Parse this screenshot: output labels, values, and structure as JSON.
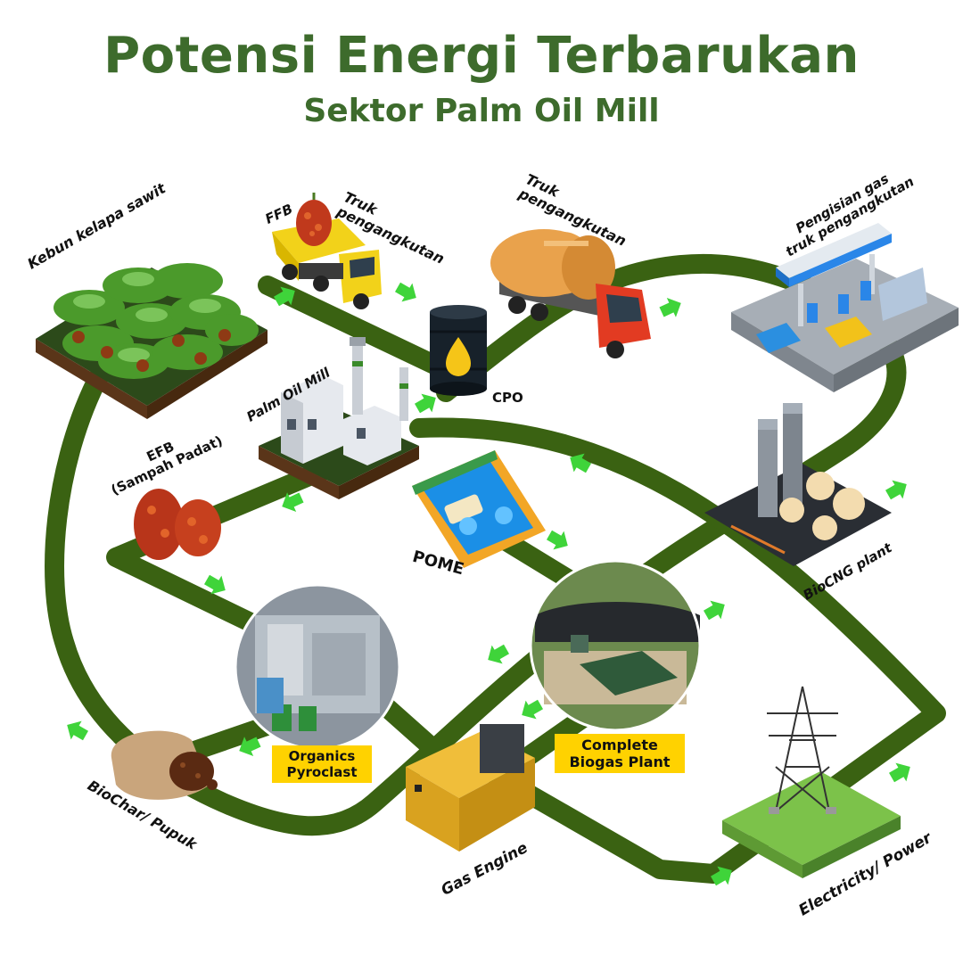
{
  "title": "Potensi Energi Terbarukan",
  "subtitle": "Sektor Palm Oil Mill",
  "colors": {
    "title": "#3d6b2c",
    "track": "#3a6212",
    "arrow": "#3fd43a",
    "highlight": "#ffd200"
  },
  "nodes": {
    "plantation": "Kebun kelapa sawit",
    "ffb": "FFB",
    "truck1_line1": "Truk",
    "truck1_line2": "pengangkutan",
    "truck2_line1": "Truk",
    "truck2_line2": "pengangkutan",
    "gas_station_line1": "Pengisian gas",
    "gas_station_line2": "truk pengangkutan",
    "cpo": "CPO",
    "mill": "Palm Oil Mill",
    "efb_line1": "EFB",
    "efb_line2": "(Sampah Padat)",
    "pome": "POME",
    "biocng": "BioCNG plant",
    "pyroclast_line1": "Organics",
    "pyroclast_line2": "Pyroclast",
    "biogas_line1": "Complete",
    "biogas_line2": "Biogas Plant",
    "biochar": "BioChar/ Pupuk",
    "gas_engine": "Gas Engine",
    "electricity": "Electricity/ Power"
  }
}
